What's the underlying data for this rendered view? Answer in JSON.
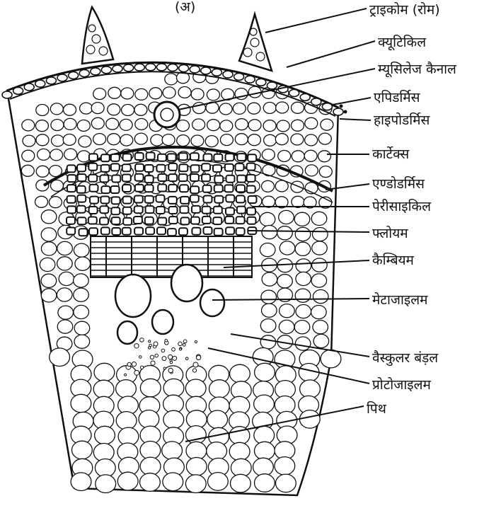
{
  "figure": {
    "panel_mark": "(अ)"
  },
  "labels": [
    {
      "id": "trichome",
      "text": "ट्राइकोम (रोम)"
    },
    {
      "id": "cuticle",
      "text": "क्यूटिकिल"
    },
    {
      "id": "mucilage-canal",
      "text": "म्यूसिलेज कैनाल"
    },
    {
      "id": "epidermis",
      "text": "एपिडर्मिस"
    },
    {
      "id": "hypodermis",
      "text": "हाइपोडर्मिस"
    },
    {
      "id": "cortex",
      "text": "कार्टेक्स"
    },
    {
      "id": "endodermis",
      "text": "एण्डोडर्मिस"
    },
    {
      "id": "pericycle",
      "text": "पेरीसाइकिल"
    },
    {
      "id": "phloem",
      "text": "फ्लोयम"
    },
    {
      "id": "cambium",
      "text": "कैम्बियम"
    },
    {
      "id": "metaxylem",
      "text": "मेटाजाइलम"
    },
    {
      "id": "vascular-bundle",
      "text": "वैस्कुलर बंड़ल"
    },
    {
      "id": "protoxylem",
      "text": "प्रोटोजाइलम"
    },
    {
      "id": "pith",
      "text": "पिथ"
    }
  ]
}
